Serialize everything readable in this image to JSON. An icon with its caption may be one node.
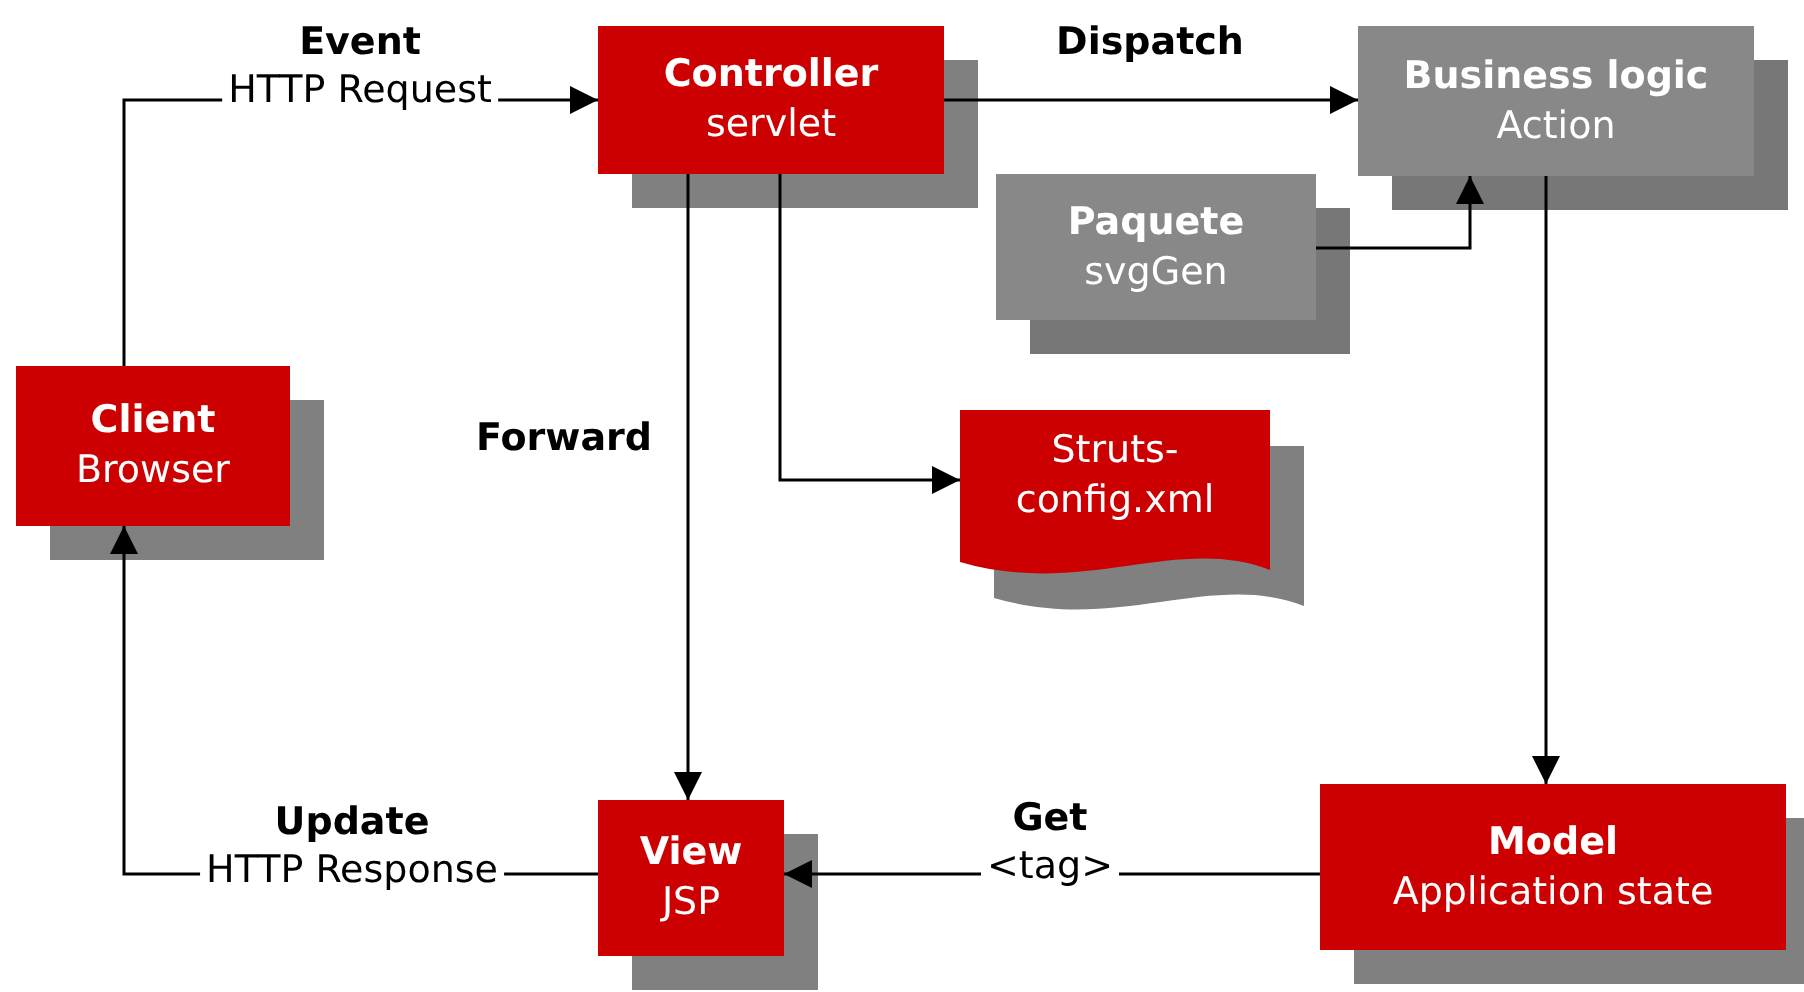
{
  "diagram": {
    "nodes": [
      {
        "text": [
          "Client",
          "Browser"
        ]
      },
      {
        "text": [
          "Controller",
          "servlet"
        ]
      },
      {
        "text": [
          "Business logic",
          "Action"
        ]
      },
      {
        "text": [
          "Paquete",
          "svgGen"
        ]
      },
      {
        "text": [
          "Struts-config.xml"
        ]
      },
      {
        "text": [
          "View",
          "JSP"
        ]
      },
      {
        "text": [
          "Model",
          "Application state"
        ]
      }
    ],
    "edges": [
      {
        "from": 0,
        "to": 1,
        "arrow": "to",
        "label": "**Event** HTTP Request"
      },
      {
        "from": 1,
        "to": 2,
        "arrow": "to",
        "label": "**Dispatch**"
      },
      {
        "from": 3,
        "to": 2,
        "arrow": "to"
      },
      {
        "from": 1,
        "to": 4,
        "arrow": "to"
      },
      {
        "from": 1,
        "to": 5,
        "arrow": "to",
        "label": "**Forward**"
      },
      {
        "from": 2,
        "to": 6,
        "arrow": "to"
      },
      {
        "from": 6,
        "to": 5,
        "arrow": "to",
        "label": "**Get** <tag>"
      },
      {
        "from": 5,
        "to": 0,
        "arrow": "to",
        "label": "**Update** HTTP Response"
      }
    ]
  }
}
